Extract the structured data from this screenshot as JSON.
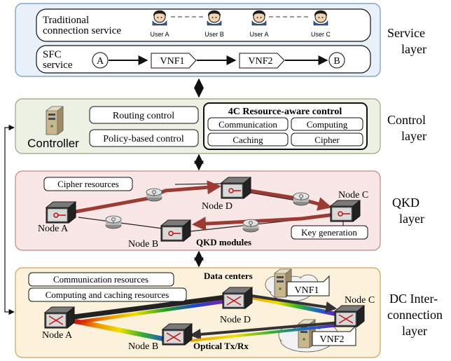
{
  "service_layer": {
    "name_line1": "Service",
    "name_line2": "layer",
    "traditional_line1": "Traditional",
    "traditional_line2": "connection service",
    "users": [
      "User A",
      "User B",
      "User A",
      "User C"
    ],
    "sfc_line1": "SFC",
    "sfc_line2": "service",
    "endpoint_a": "A",
    "endpoint_b": "B",
    "vnf1": "VNF1",
    "vnf2": "VNF2"
  },
  "control_layer": {
    "name_line1": "Control",
    "name_line2": "layer",
    "controller": "Controller",
    "routing": "Routing control",
    "policy": "Policy-based control",
    "resource_title": "4C Resource-aware control",
    "communication": "Communication",
    "computing": "Computing",
    "caching": "Caching",
    "cipher": "Cipher"
  },
  "qkd_layer": {
    "name_line1": "QKD",
    "name_line2": "layer",
    "cipher_resources": "Cipher resources",
    "key_generation": "Key generation",
    "qkd_modules": "QKD modules",
    "nodes": {
      "a": "Node A",
      "b": "Node B",
      "c": "Node C",
      "d": "Node D"
    }
  },
  "dc_layer": {
    "name_line1": "DC Inter-",
    "name_line2": "connection",
    "name_line3": "layer",
    "communication_resources": "Communication resources",
    "computing_caching_resources": "Computing and caching resources",
    "data_centers": "Data centers",
    "optical": "Optical Tx/Rx",
    "vnf1": "VNF1",
    "vnf2": "VNF2",
    "nodes": {
      "a": "Node A",
      "b": "Node B",
      "c": "Node C",
      "d": "Node D"
    }
  },
  "colors": {
    "service_bg": "#e8f1f9",
    "service_border": "#6f97bf",
    "control_bg": "#ecf1e4",
    "control_border": "#93a97b",
    "qkd_bg": "#f9e7e7",
    "qkd_border": "#c48585",
    "dc_bg": "#fcf2dc",
    "dc_border": "#c9a35a",
    "cipher_link": "#9b3b33"
  }
}
